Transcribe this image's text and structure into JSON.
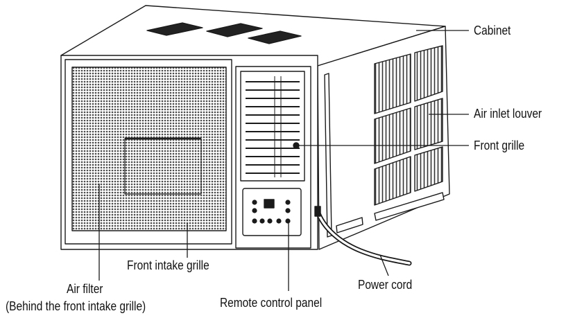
{
  "labels": {
    "cabinet": "Cabinet",
    "air_inlet_louver": "Air inlet louver",
    "front_grille": "Front grille",
    "front_intake_grille": "Front intake grille",
    "air_filter": "Air filter",
    "air_filter_note": "(Behind the front intake grille)",
    "remote_control_panel": "Remote control panel",
    "power_cord": "Power cord"
  },
  "colors": {
    "line": "#1a1a1a",
    "mesh": "#5a5a5a",
    "background": "#ffffff"
  }
}
